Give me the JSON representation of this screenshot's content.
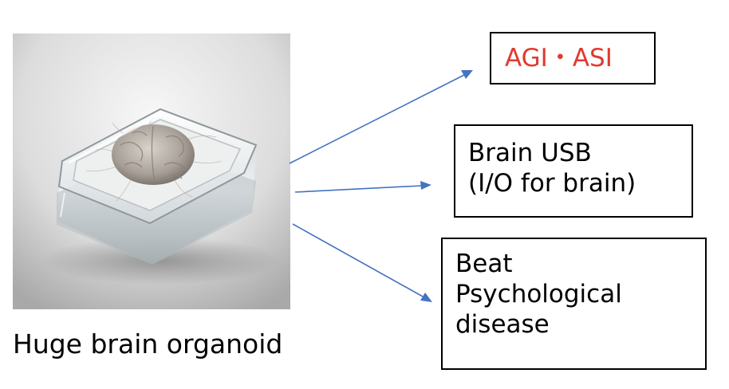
{
  "caption": "Huge brain organoid",
  "boxes": {
    "agi": {
      "text": "AGI・ASI",
      "color": "#e03a2f"
    },
    "usb": {
      "line1": "Brain USB",
      "line2": "(I/O for brain)"
    },
    "disease": {
      "line1": "Beat",
      "line2": "Psychological",
      "line3": "disease"
    }
  },
  "colors": {
    "arrow": "#4472c4",
    "box_border": "#000000",
    "text": "#000000"
  },
  "icons": {
    "photo": "brain-organoid-in-dish"
  }
}
